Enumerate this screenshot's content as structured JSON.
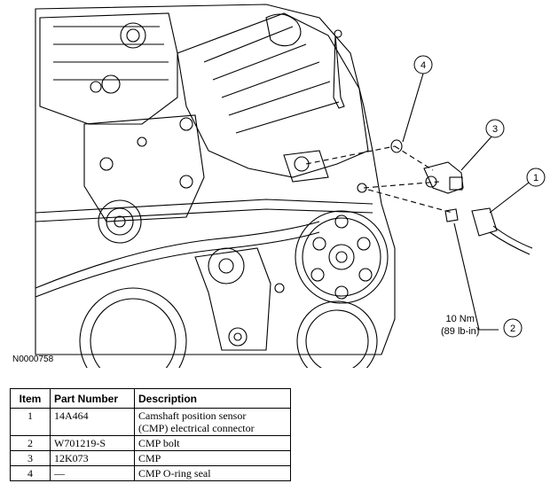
{
  "figure": {
    "id": "N0000758",
    "torque": {
      "value_nm": "10 Nm",
      "value_lbin": "(89 lb-in)"
    },
    "callouts": [
      "1",
      "2",
      "3",
      "4"
    ]
  },
  "parts_table": {
    "headers": {
      "item": "Item",
      "part_number": "Part Number",
      "description": "Description"
    },
    "rows": [
      {
        "item": "1",
        "part_number": "14A464",
        "description_lines": [
          "Camshaft position sensor",
          "(CMP) electrical connector"
        ]
      },
      {
        "item": "2",
        "part_number": "W701219-S",
        "description_lines": [
          "CMP bolt"
        ]
      },
      {
        "item": "3",
        "part_number": "12K073",
        "description_lines": [
          "CMP"
        ]
      },
      {
        "item": "4",
        "part_number": "—",
        "description_lines": [
          "CMP O-ring seal"
        ]
      }
    ]
  }
}
